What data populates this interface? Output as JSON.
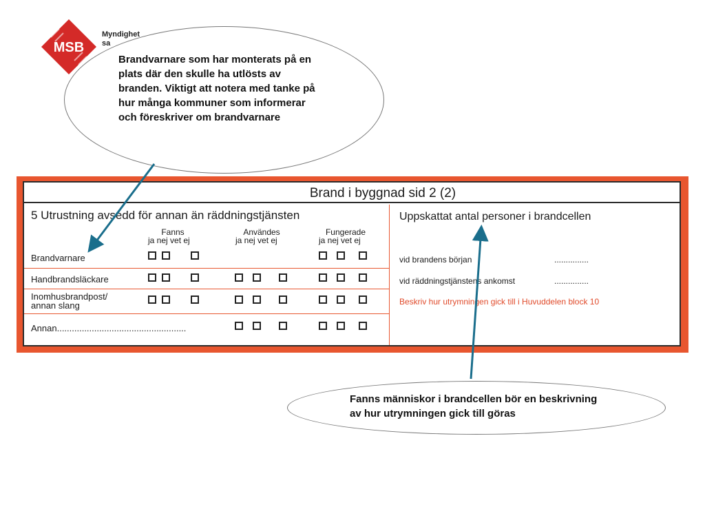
{
  "logo": {
    "mark": "MSB",
    "org_line1": "Myndighet",
    "org_line2": "sa"
  },
  "callout_top": {
    "text": "Brandvarnare som har monterats på en plats där den skulle ha utlösts av branden. Viktigt att notera med tanke på hur många kommuner som informerar och föreskriver om brandvarnare"
  },
  "callout_bottom": {
    "text": "Fanns människor i brandcellen bör en beskrivning av hur utrymningen gick till göras"
  },
  "form": {
    "title": "Brand i byggnad sid 2 (2)",
    "section_left_title": "5 Utrustning avsedd för annan än räddningstjänsten",
    "section_right_title": "Uppskattat antal personer i brandcellen",
    "col_groups": [
      {
        "label": "Fanns",
        "sub": "ja  nej  vet ej"
      },
      {
        "label": "Användes",
        "sub": "ja  nej  vet ej"
      },
      {
        "label": "Fungerade",
        "sub": "ja  nej  vet ej"
      }
    ],
    "rows": [
      {
        "label": "Brandvarnare"
      },
      {
        "label": "Handbrandsläckare"
      },
      {
        "label": "Inomhusbrandpost/ annan slang"
      },
      {
        "label": "Annan...................................................."
      }
    ],
    "right": {
      "line1_label": "vid brandens början",
      "line1_dots": "...............",
      "line2_label": "vid räddningstjänstens ankomst",
      "line2_dots": "...............",
      "note": "Beskriv hur utrymningen gick till i Huvuddelen block 10"
    }
  },
  "colors": {
    "frame": "#e8562f",
    "logo_red": "#d42a28",
    "arrow": "#1a6e8c"
  }
}
